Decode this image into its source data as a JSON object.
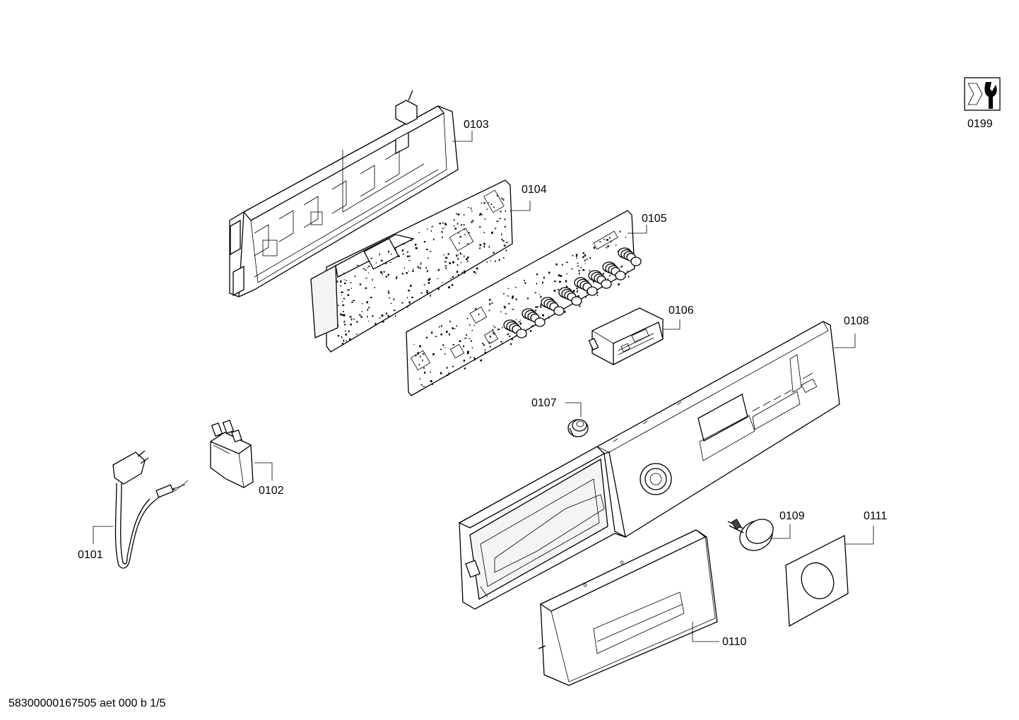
{
  "parts": [
    {
      "id": "p0101",
      "label": "0101"
    },
    {
      "id": "p0102",
      "label": "0102"
    },
    {
      "id": "p0103",
      "label": "0103"
    },
    {
      "id": "p0104",
      "label": "0104"
    },
    {
      "id": "p0105",
      "label": "0105"
    },
    {
      "id": "p0106",
      "label": "0106"
    },
    {
      "id": "p0107",
      "label": "0107"
    },
    {
      "id": "p0108",
      "label": "0108"
    },
    {
      "id": "p0109",
      "label": "0109"
    },
    {
      "id": "p0110",
      "label": "0110"
    },
    {
      "id": "p0111",
      "label": "0111"
    }
  ],
  "service_icon": {
    "label": "0199",
    "icon": "wrench-icon"
  },
  "footer": {
    "doc_code": "58300000167505 aet 000 b 1/5"
  }
}
